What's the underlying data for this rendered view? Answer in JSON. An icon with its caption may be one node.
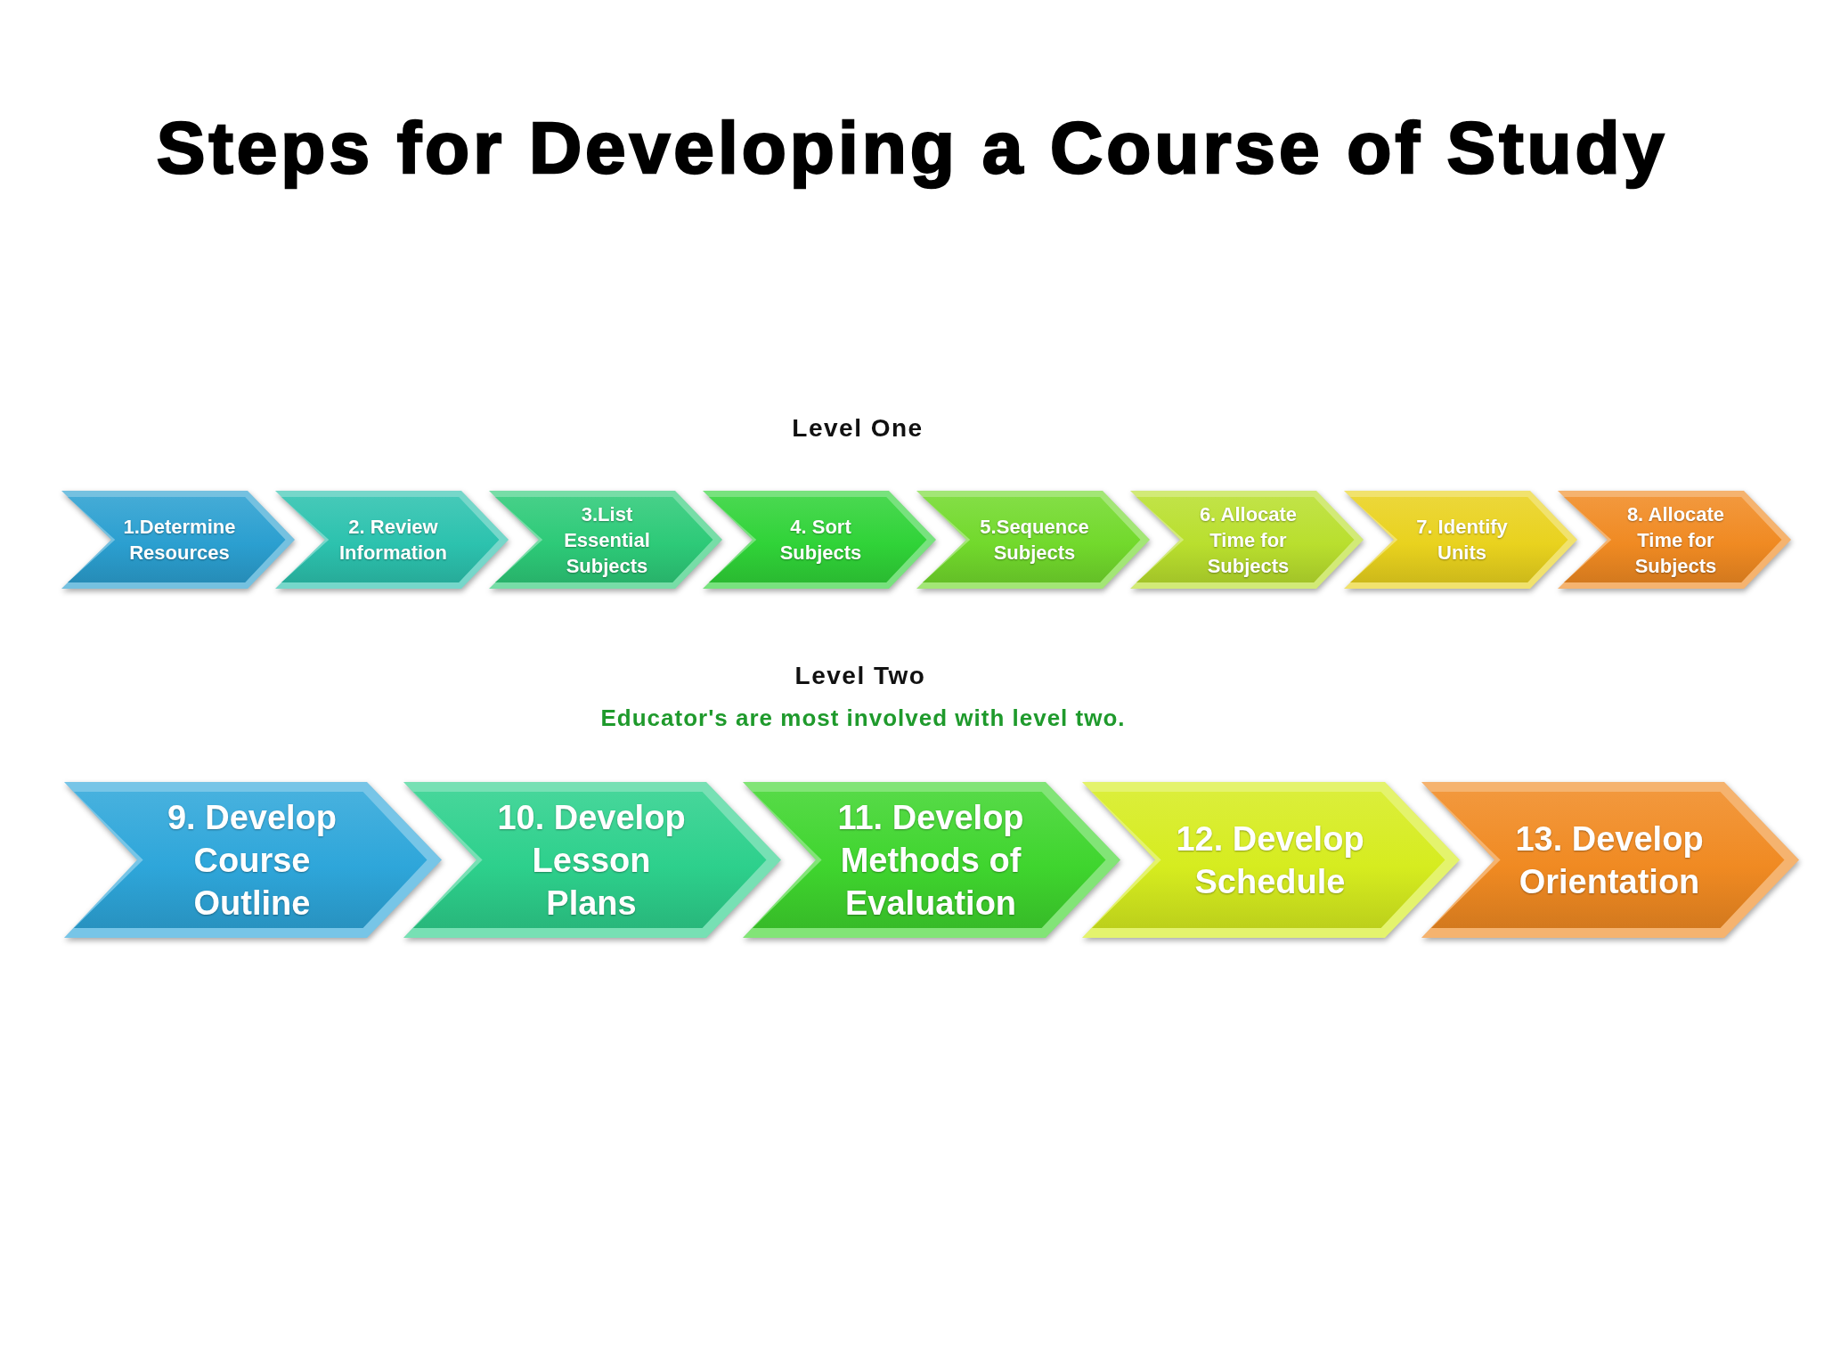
{
  "diagram": {
    "title": "Steps for Developing a Course of Study",
    "nodes": [
      {
        "text": [
          "1.Determine Resources"
        ]
      },
      {
        "text": [
          "2. Review Information"
        ]
      },
      {
        "text": [
          "3.List Essential Subjects"
        ]
      },
      {
        "text": [
          "4. Sort Subjects"
        ]
      },
      {
        "text": [
          "5.Sequence Subjects"
        ]
      },
      {
        "text": [
          "6. Allocate Time for Subjects"
        ]
      },
      {
        "text": [
          "7. Identify Units"
        ]
      },
      {
        "text": [
          "8. Allocate Time for Subjects"
        ]
      },
      {
        "text": [
          "9. Develop Course Outline"
        ]
      },
      {
        "text": [
          "10. Develop Lesson Plans"
        ]
      },
      {
        "text": [
          "11. Develop Methods of Evaluation"
        ]
      },
      {
        "text": [
          "12. Develop Schedule"
        ]
      },
      {
        "text": [
          "13. Develop Orientation"
        ]
      }
    ],
    "labels": [
      "Level One",
      "Level Two",
      "Educator's are most involved with level two."
    ]
  }
}
